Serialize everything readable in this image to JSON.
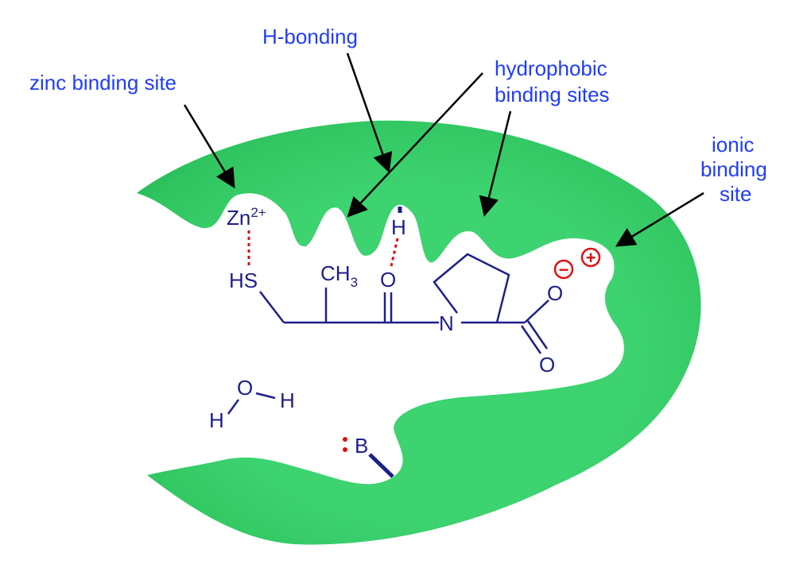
{
  "labels": {
    "zinc_site": "zinc binding site",
    "h_bonding": "H-bonding",
    "hydrophobic_line1": "hydrophobic",
    "hydrophobic_line2": "binding sites",
    "ionic_line1": "ionic",
    "ionic_line2": "binding",
    "ionic_line3": "site"
  },
  "molecule": {
    "zn": "Zn",
    "zn_charge": "2+",
    "hs": "HS",
    "ch3_main": "CH",
    "ch3_sub": "3",
    "carbonyl_o": "O",
    "n": "N",
    "carboxylate_o1": "O",
    "carboxylate_o2": "O",
    "h_bond_h": "H",
    "water_o": "O",
    "water_h1": "H",
    "water_h2": "H",
    "base_b": "B",
    "minus": "−",
    "plus": "+"
  },
  "colors": {
    "protein": "#33cc66",
    "label": "#1f3cff",
    "molecule": "#1d1f8a",
    "charge": "#e01010",
    "arrow": "#000000"
  }
}
